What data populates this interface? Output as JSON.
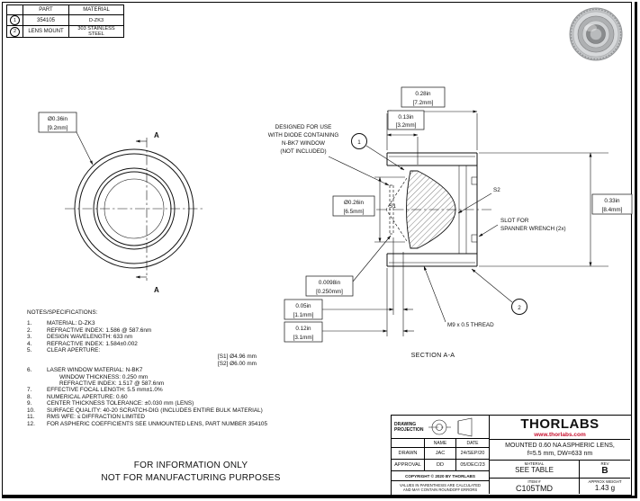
{
  "colors": {
    "accent_red": "#c8102e",
    "line_black": "#111111"
  },
  "parts_table": {
    "col_part": "PART",
    "col_material": "MATERIAL",
    "rows": [
      {
        "num": "1",
        "part": "354105",
        "material": "D-ZK3"
      },
      {
        "num": "2",
        "part": "LENS MOUNT",
        "material": "303 STAINLESS STEEL"
      }
    ]
  },
  "front_view": {
    "dia_in": "Ø0.36in",
    "dia_mm": "[9.2mm]",
    "section_a_top": "A",
    "section_a_bottom": "A"
  },
  "section": {
    "title": "SECTION A-A",
    "dim_length_in": "0.28in",
    "dim_length_mm": "[7.2mm]",
    "dim_front_in": "0.13in",
    "dim_front_mm": "[3.2mm]",
    "dim_od_in": "0.33in",
    "dim_od_mm": "[8.4mm]",
    "dim_ca_in": "Ø0.26in",
    "dim_ca_mm": "[6.5mm]",
    "dim_window_in": "0.0098in",
    "dim_window_mm": "[0.250mm]",
    "dim_gap_in": "0.05in",
    "dim_gap_mm": "[1.1mm]",
    "dim_depth_in": "0.12in",
    "dim_depth_mm": "[3.1mm]",
    "surface1": "S1",
    "surface2": "S2",
    "diode_note_1": "DESIGNED FOR USE",
    "diode_note_2": "WITH DIODE CONTAINING",
    "diode_note_3": "N-BK7 WINDOW",
    "diode_note_4": "(NOT INCLUDED)",
    "slot_note_1": "SLOT FOR",
    "slot_note_2": "SPANNER WRENCH (2x)",
    "thread_note": "M9 x 0.5 THREAD",
    "balloon_1": "1",
    "balloon_2": "2"
  },
  "notes": {
    "title": "NOTES/SPECIFICATIONS:",
    "lines": [
      {
        "n": "1.",
        "t": "MATERIAL: D-ZK3"
      },
      {
        "n": "2.",
        "t": "REFRACTIVE INDEX: 1.586 @ 587.6nm"
      },
      {
        "n": "3.",
        "t": "DESIGN WAVELENGTH: 633 nm"
      },
      {
        "n": "4.",
        "t": "REFRACTIVE INDEX: 1.584±0.002"
      },
      {
        "n": "5.",
        "t": "CLEAR APERTURE:"
      },
      {
        "n": "",
        "t": "[S1] Ø4.96 mm"
      },
      {
        "n": "",
        "t": "[S2] Ø6.00 mm"
      },
      {
        "n": "6.",
        "t": "LASER WINDOW MATERIAL: N-BK7"
      },
      {
        "n": "",
        "t": "WINDOW THICKNESS: 0.250 mm"
      },
      {
        "n": "",
        "t": "REFRACTIVE INDEX: 1.517 @ 587.6nm"
      },
      {
        "n": "7.",
        "t": "EFFECTIVE FOCAL LENGTH: 5.5 mm±1.0%"
      },
      {
        "n": "8.",
        "t": "NUMERICAL APERTURE: 0.60"
      },
      {
        "n": "9.",
        "t": "CENTER THICKNESS TOLERANCE: ±0.030 mm (LENS)"
      },
      {
        "n": "10.",
        "t": "SURFACE QUALITY: 40-20 SCRATCH-DIG (INCLUDES ENTIRE BULK MATERIAL)"
      },
      {
        "n": "11.",
        "t": "RMS WFE: ≤ DIFFRACTION LIMITED"
      },
      {
        "n": "12.",
        "t": "FOR ASPHERIC COEFFICIENTS SEE UNMOUNTED LENS, PART NUMBER 354105"
      }
    ]
  },
  "disclaimer": {
    "line1": "FOR INFORMATION ONLY",
    "line2": "NOT FOR MANUFACTURING PURPOSES"
  },
  "title_block": {
    "projection_label_1": "DRAWING",
    "projection_label_2": "PROJECTION",
    "name_header": "NAME",
    "date_header": "DATE",
    "drawn_label": "DRAWN",
    "drawn_name": "JAC",
    "drawn_date": "24/SEP/20",
    "approval_label": "APPROVAL",
    "approval_name": "DD",
    "approval_date": "05/DEC/23",
    "copyright": "COPYRIGHT © 2020 BY THORLABS",
    "values_note_1": "VALUES IN PARENTHESIS ARE CALCULATED",
    "values_note_2": "AND MAY CONTAIN ROUNDOFF ERRORS",
    "logo": "THORLABS",
    "website": "www.thorlabs.com",
    "title_line1": "MOUNTED 0.60 NA ASPHERIC LENS,",
    "title_line2": "f=5.5 mm, DW=633 nm",
    "material_label": "MATERIAL",
    "material_value": "SEE TABLE",
    "rev_label": "REV",
    "rev_value": "B",
    "item_label": "ITEM #",
    "item_value": "C105TMD",
    "weight_label": "APPROX WEIGHT",
    "weight_value": "1.43 g"
  }
}
